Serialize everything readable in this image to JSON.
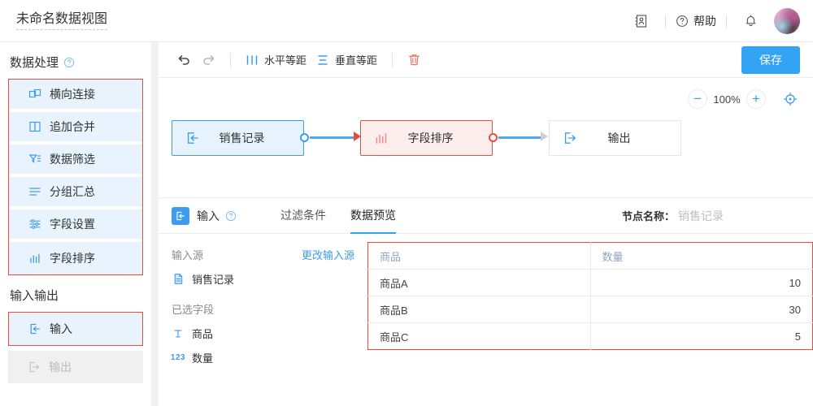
{
  "topbar": {
    "title": "未命名数据视图",
    "contacts_icon": "contacts-icon",
    "help_label": "帮助",
    "help_icon": "question-circle-icon",
    "bell_icon": "bell-icon",
    "avatar": "user-avatar"
  },
  "sidebar": {
    "sections": [
      {
        "title": "数据处理",
        "has_help": true,
        "bordered": true,
        "items": [
          {
            "label": "横向连接",
            "icon": "join-icon",
            "disabled": false
          },
          {
            "label": "追加合并",
            "icon": "append-icon",
            "disabled": false
          },
          {
            "label": "数据筛选",
            "icon": "filter-icon",
            "disabled": false
          },
          {
            "label": "分组汇总",
            "icon": "group-summary-icon",
            "disabled": false
          },
          {
            "label": "字段设置",
            "icon": "field-settings-icon",
            "disabled": false
          },
          {
            "label": "字段排序",
            "icon": "field-sort-icon",
            "disabled": false
          }
        ]
      },
      {
        "title": "输入输出",
        "has_help": false,
        "groups": [
          {
            "bordered": true,
            "items": [
              {
                "label": "输入",
                "icon": "input-icon",
                "disabled": false
              }
            ]
          },
          {
            "bordered": false,
            "items": [
              {
                "label": "输出",
                "icon": "output-icon",
                "disabled": true
              }
            ]
          }
        ]
      }
    ]
  },
  "toolbar": {
    "undo": "undo-icon",
    "redo": "redo-icon",
    "h_distribute_label": "水平等距",
    "v_distribute_label": "垂直等距",
    "delete_icon": "trash-icon",
    "save_label": "保存"
  },
  "canvas": {
    "zoom": {
      "minus": "−",
      "level": "100%",
      "plus": "+",
      "fit_icon": "fit-to-screen-icon"
    },
    "nodes": [
      {
        "label": "销售记录",
        "icon": "input-icon",
        "state": "normal"
      },
      {
        "label": "字段排序",
        "icon": "field-sort-icon",
        "state": "selected"
      },
      {
        "label": "输出",
        "icon": "output-icon",
        "state": "default"
      }
    ]
  },
  "panel": {
    "badge_icon": "input-icon",
    "title": "输入",
    "help_icon": "question-circle-icon",
    "tabs": [
      {
        "label": "过滤条件",
        "active": false
      },
      {
        "label": "数据预览",
        "active": true
      }
    ],
    "node_name_label": "节点名称：",
    "node_name_value": "",
    "node_name_placeholder": "销售记录",
    "source": {
      "label": "输入源",
      "change_link": "更改输入源",
      "name": "销售记录",
      "icon": "file-icon"
    },
    "fields": {
      "label": "已选字段",
      "items": [
        {
          "name": "商品",
          "type_icon": "text-type-icon"
        },
        {
          "name": "数量",
          "type_icon": "number-type-icon"
        }
      ]
    },
    "preview": {
      "columns": [
        "商品",
        "数量"
      ],
      "rows": [
        [
          "商品A",
          "10"
        ],
        [
          "商品B",
          "30"
        ],
        [
          "商品C",
          "5"
        ]
      ]
    }
  },
  "colors": {
    "accent": "#33a3f4",
    "selected": "#e74c3c",
    "link": "#3d9bf0",
    "muted": "#8a8a8a"
  }
}
